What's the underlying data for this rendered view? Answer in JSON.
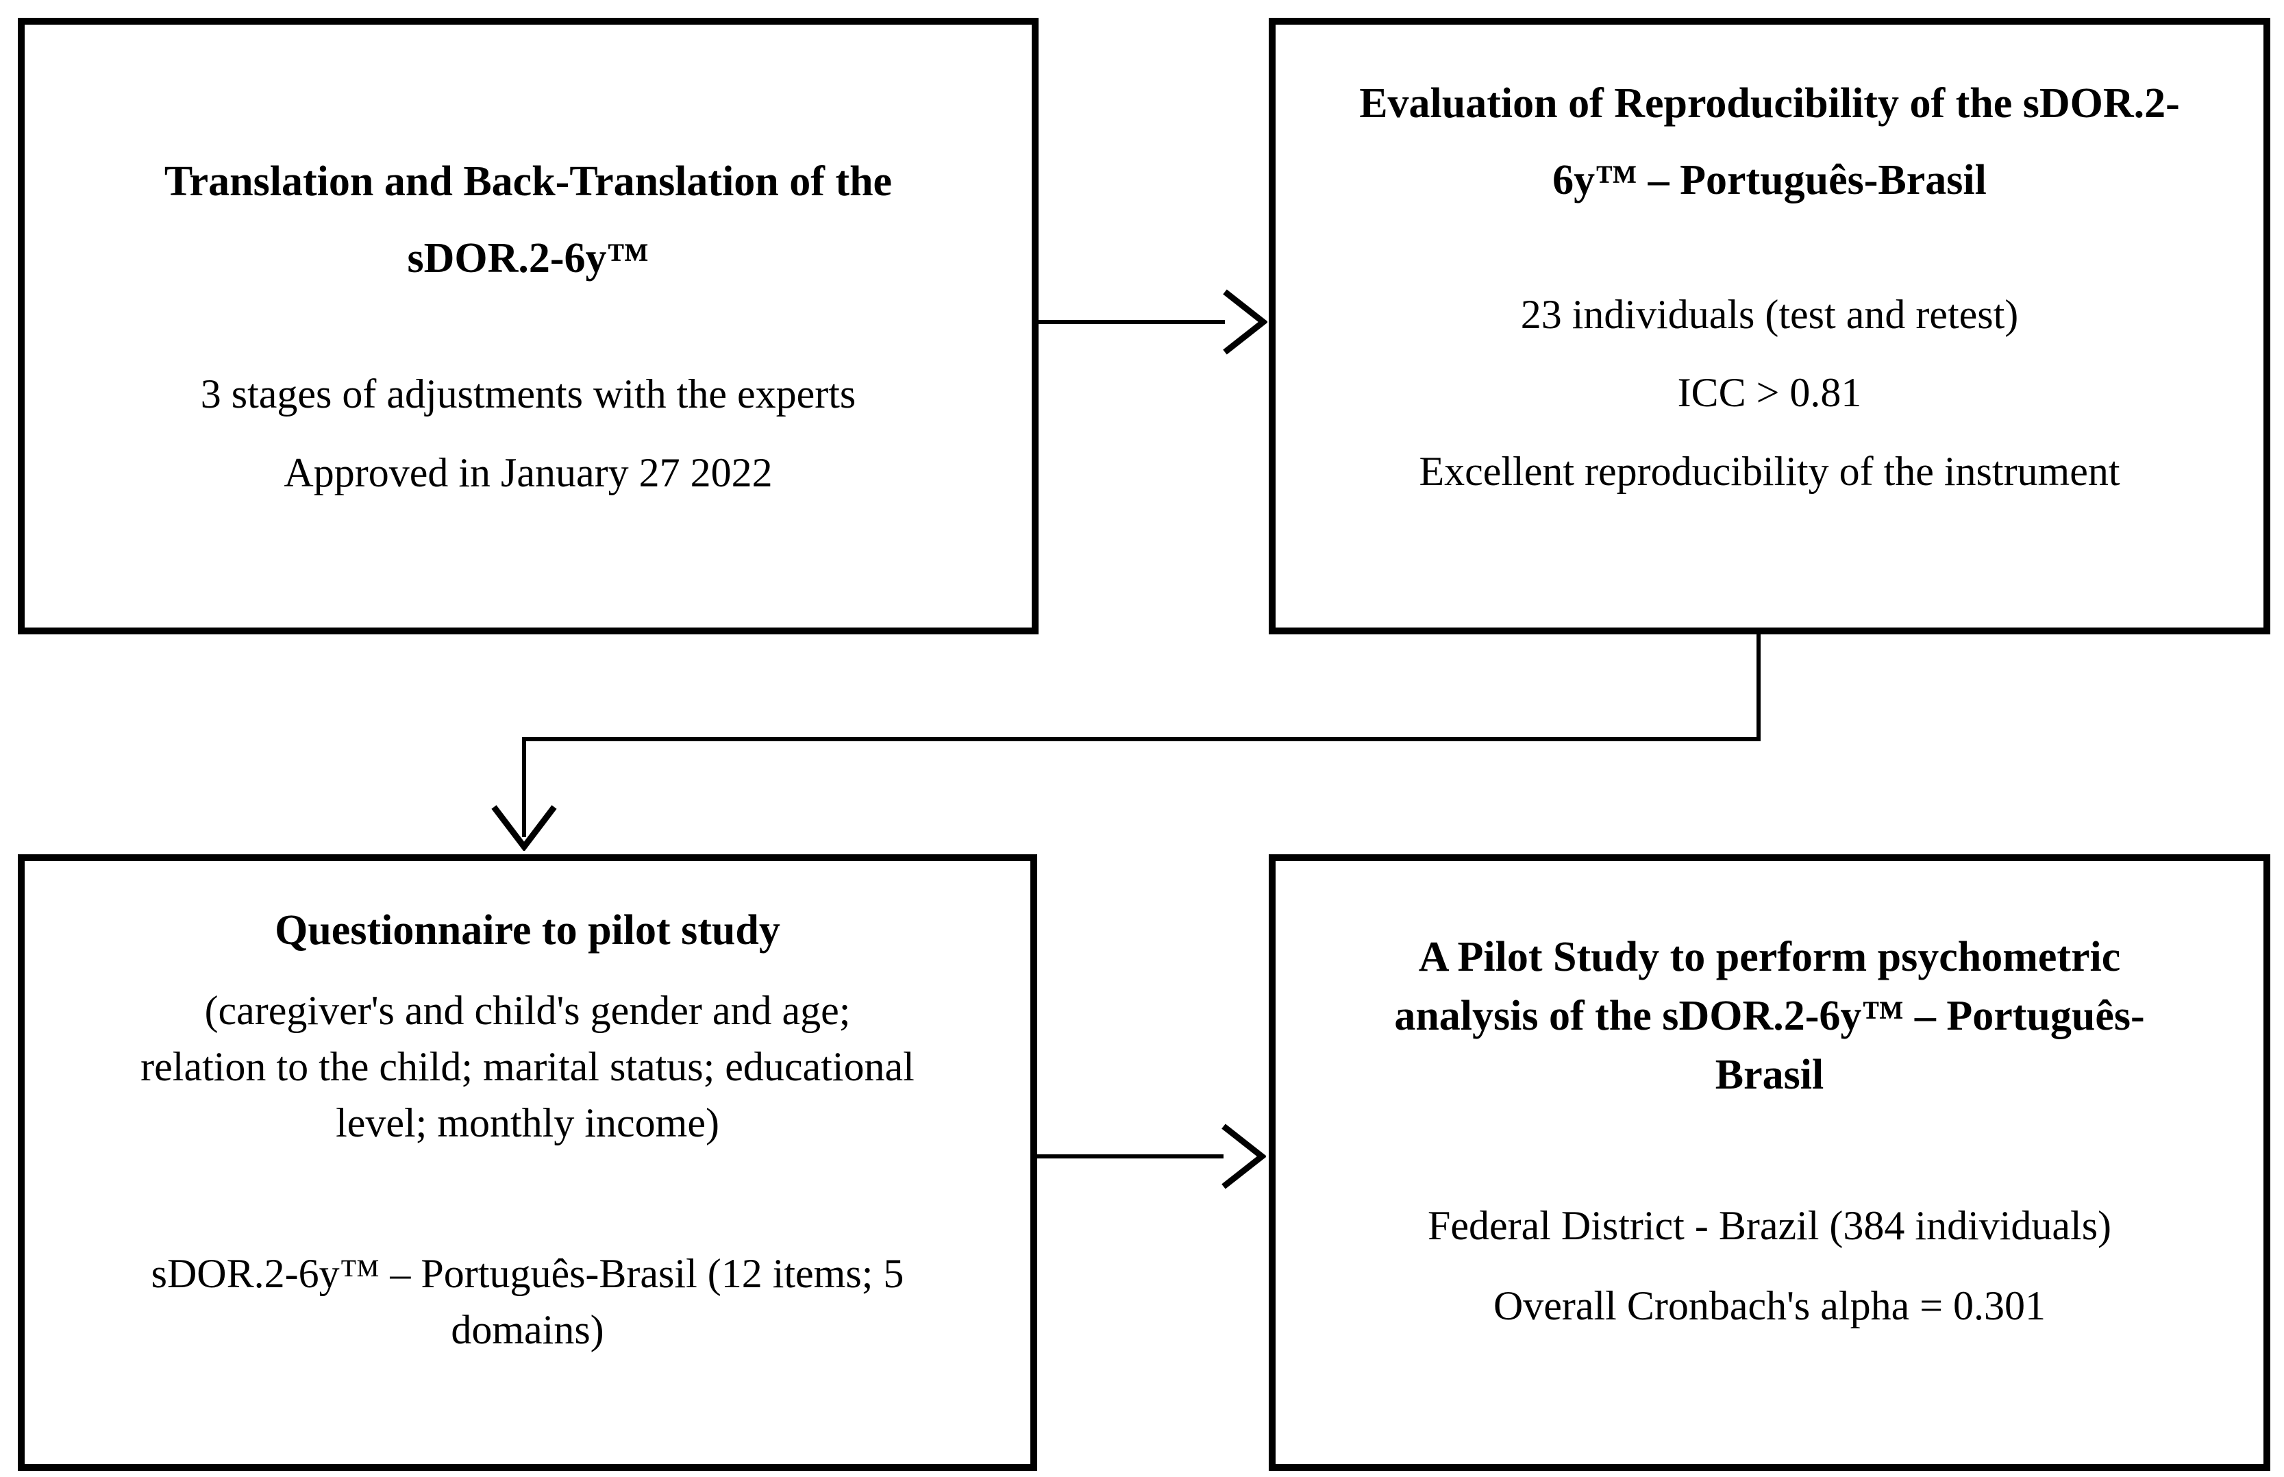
{
  "figure": {
    "background_color": "#ffffff",
    "line_color": "#000000",
    "text_color": "#000000"
  },
  "boxes": {
    "translation": {
      "title_lines": [
        "Translation and Back-Translation of the",
        "sDOR.2-6y™"
      ],
      "stages": "3 stages of adjustments with the experts",
      "approved": "Approved in January 27 2022"
    },
    "reproducibility": {
      "title_lines": [
        "Evaluation of Reproducibility of the sDOR.2-",
        "6y™ – Português-Brasil"
      ],
      "individuals": "23 individuals (test and retest)",
      "icc": "ICC > 0.81",
      "conclusion": "Excellent reproducibility of the instrument"
    },
    "questionnaire": {
      "title_lines": [
        "Questionnaire to pilot study"
      ],
      "paragraph_lines": [
        "(caregiver's and child's gender and age;",
        "relation to the child; marital status; educational",
        "level; monthly income)"
      ],
      "instrument_lines": [
        "sDOR.2-6y™ – Português-Brasil (12 items; 5",
        "domains)"
      ]
    },
    "pilot_study": {
      "title_lines": [
        "A Pilot Study to perform psychometric",
        "analysis of the sDOR.2-6y™ – Português-",
        "Brasil"
      ],
      "sample": "Federal District - Brazil (384 individuals)",
      "alpha": "Overall Cronbach's alpha = 0.301"
    }
  }
}
